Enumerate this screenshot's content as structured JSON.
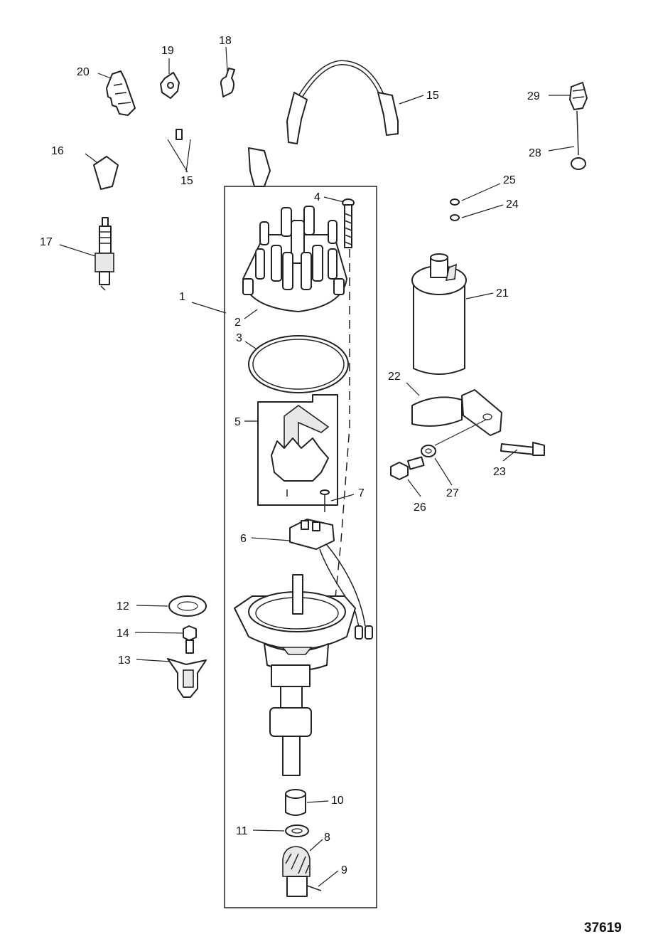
{
  "figure_number": "37619",
  "callouts": [
    "1",
    "2",
    "3",
    "4",
    "5",
    "6",
    "7",
    "8",
    "9",
    "10",
    "11",
    "12",
    "13",
    "14",
    "15",
    "16",
    "17",
    "18",
    "19",
    "20",
    "21",
    "22",
    "23",
    "24",
    "25",
    "26",
    "27",
    "28",
    "29"
  ],
  "second_15": "15"
}
